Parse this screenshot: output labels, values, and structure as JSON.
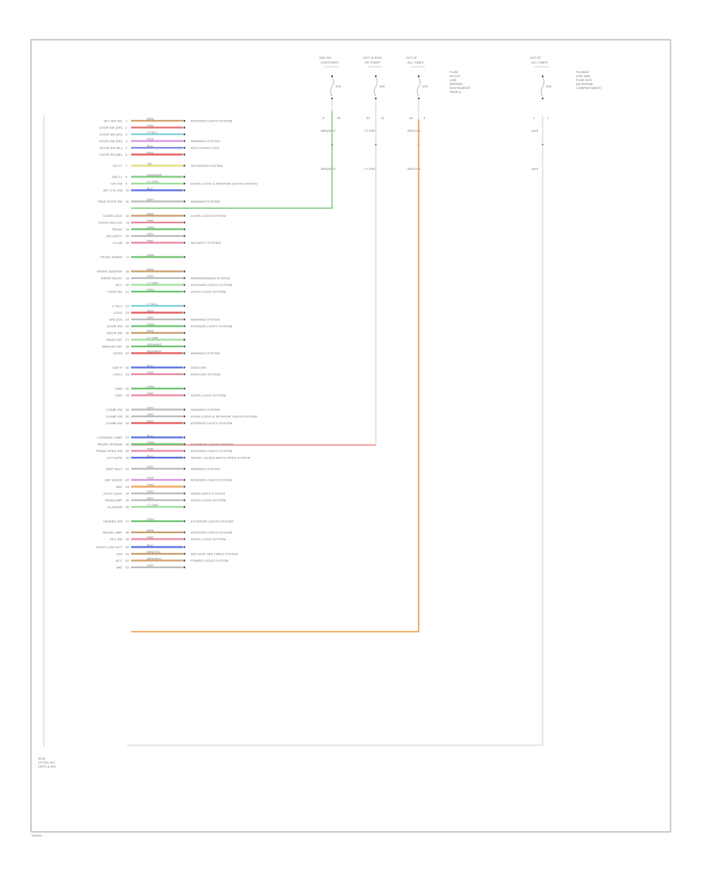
{
  "footer_code": "W0000",
  "module_label": [
    "BCM",
    "(TOTAL INT",
    "UNIT) (LHD)"
  ],
  "top_fuses": [
    {
      "title": [
        "IGN SW",
        "(ON/START)"
      ],
      "amp": "10A",
      "pins": [
        "9",
        "35"
      ],
      "wire": "BRN/WHT"
    },
    {
      "title": [
        "HOT IN RUN",
        "OR START"
      ],
      "amp": "15A",
      "pins": [
        "32",
        "13"
      ],
      "wire": "LT GRN"
    },
    {
      "title": [
        "HOT AT",
        "ALL TIMES"
      ],
      "amp": "10A",
      "pins": [
        "44",
        "3"
      ],
      "wire": "RED/YEL"
    },
    {
      "title": [
        "HOT AT",
        "ALL TIMES"
      ],
      "amp": "15A",
      "pins": [
        "1",
        "1"
      ],
      "wire": "WHT"
    }
  ],
  "fuse_box_label": [
    "FUSE",
    "BLOCK",
    "(J/B)",
    "(BEHIND",
    "INSTRUMENT",
    "PANEL)"
  ],
  "fuse_box_label_right": [
    "FUSIBLE",
    "LINK AND",
    "FUSE BOX",
    "(IN ENGINE",
    "COMPARTMENT)"
  ],
  "circuits": [
    {
      "label": "KEY SW SIG",
      "wire": "BRN",
      "color": "#d4a373",
      "dest": "INTERIOR LIGHTS SYSTEM"
    },
    {
      "label": "DOOR SW (DR)",
      "wire": "PNK",
      "color": "#e57373",
      "dest": ""
    },
    {
      "label": "DOOR SW (AS)",
      "wire": "LT BLU",
      "color": "#7fd4e0",
      "dest": ""
    },
    {
      "label": "DOOR SW (RR)",
      "wire": "PUR",
      "color": "#d896e0",
      "dest": "WARNING SYSTEM"
    },
    {
      "label": "DOOR SW (RL)",
      "wire": "BLU",
      "color": "#7f8ee0",
      "dest": "AUTO DOOR LOCK"
    },
    {
      "label": "DOOR SW (BK)",
      "wire": "RED",
      "color": "#e35a5a",
      "dest": ""
    },
    {
      "label": "INT LT",
      "wire": "YEL",
      "color": "#e6df7a",
      "dest": "DEFOGGER SYSTEM"
    },
    {
      "label": "SW ILL",
      "wire": "GRN/WHT",
      "color": "#7cc87c",
      "dest": ""
    },
    {
      "label": "IGN SW",
      "wire": "LT GRN",
      "color": "#9fe09f",
      "dest": "DOOR LOCKS & INTERIOR LIGHTS SYSTEM"
    },
    {
      "label": "KEY CYL SW",
      "wire": "BLU",
      "color": "#5a6fe0",
      "dest": ""
    },
    {
      "label": "PASS DOOR SW",
      "wire": "GRY",
      "color": "#bdbdbd",
      "dest": "WARNING SYSTEM"
    },
    {
      "label": "DOOR LOCK",
      "wire": "BRN",
      "color": "#c9a06d",
      "dest": "DOOR LOCKS SYSTEM"
    },
    {
      "label": "DOOR UNLOCK",
      "wire": "PNK",
      "color": "#e98aa0",
      "dest": ""
    },
    {
      "label": "TRUNK",
      "wire": "GRN",
      "color": "#6fc46f",
      "dest": ""
    },
    {
      "label": "SECURITY",
      "wire": "GRY",
      "color": "#bdbdbd",
      "dest": ""
    },
    {
      "label": "ILLUM",
      "wire": "PNK",
      "color": "#e98aa0",
      "dest": "SECURITY SYSTEM"
    },
    {
      "label": "FRONT WIPER",
      "wire": "GRN",
      "color": "#6fc46f",
      "dest": ""
    },
    {
      "label": "FRONT WASHER",
      "wire": "BRN",
      "color": "#c9a06d",
      "dest": ""
    },
    {
      "label": "WIPER RELAY",
      "wire": "GRY",
      "color": "#bdbdbd",
      "dest": "WIPER/WASHER SYSTEM"
    },
    {
      "label": "ACC",
      "wire": "LT GRN",
      "color": "#9fe09f",
      "dest": "INTERIOR LIGHTS SYSTEM"
    },
    {
      "label": "TURN SIG",
      "wire": "GRN",
      "color": "#6fc46f",
      "dest": "DOOR LOCKS SYSTEM"
    },
    {
      "label": "LT BLU",
      "wire": "LT BLU",
      "color": "#7fd4e0",
      "dest": ""
    },
    {
      "label": "LOCK",
      "wire": "RED",
      "color": "#e35a5a",
      "dest": ""
    },
    {
      "label": "UNLOCK",
      "wire": "GRY",
      "color": "#bdbdbd",
      "dest": "WARNING SYSTEM"
    },
    {
      "label": "DOOR SW",
      "wire": "GRN",
      "color": "#6fc46f",
      "dest": "INTERIOR LIGHTS SYSTEM"
    },
    {
      "label": "DOOR SW",
      "wire": "BRN",
      "color": "#c9a06d",
      "dest": ""
    },
    {
      "label": "REAR DEF",
      "wire": "LT GRN",
      "color": "#9fe09f",
      "dest": ""
    },
    {
      "label": "MIRROR DEF",
      "wire": "GRN/WHT",
      "color": "#6fc46f",
      "dest": ""
    },
    {
      "label": "HORN",
      "wire": "RED/WHT",
      "color": "#e35a5a",
      "dest": "WARNING SYSTEM"
    },
    {
      "label": "CAN H",
      "wire": "BLU",
      "color": "#5a6fe0",
      "dest": "DATA LINK"
    },
    {
      "label": "CAN L",
      "wire": "PNK",
      "color": "#e98aa0",
      "dest": "DATA LINK SYSTEM"
    },
    {
      "label": "GND",
      "wire": "GRN",
      "color": "#6fc46f",
      "dest": ""
    },
    {
      "label": "GND",
      "wire": "PNK",
      "color": "#e98aa0",
      "dest": "DOOR LOCKS SYSTEM"
    },
    {
      "label": "COMBI SW",
      "wire": "GRY",
      "color": "#bdbdbd",
      "dest": "WARNING SYSTEM"
    },
    {
      "label": "COMBI SW",
      "wire": "GRY",
      "color": "#bdbdbd",
      "dest": "DOOR LOCKS & INTERIOR LIGHTS SYSTEM"
    },
    {
      "label": "COMBI SW",
      "wire": "RED",
      "color": "#e35a5a",
      "dest": "INTERIOR LIGHTS SYSTEM"
    },
    {
      "label": "LUGGAGE LAMP",
      "wire": "BLU",
      "color": "#5a6fe0",
      "dest": ""
    },
    {
      "label": "TRUNK OPENER",
      "wire": "GRN",
      "color": "#6fc46f",
      "dest": "EXTERIOR LIGHTS SYSTEM"
    },
    {
      "label": "TRUNK OPEN SW",
      "wire": "PNK",
      "color": "#e98aa0",
      "dest": "INTERIOR LIGHTS SYSTEM"
    },
    {
      "label": "LIFT GATE",
      "wire": "BLU",
      "color": "#5a6fe0",
      "dest": "TRUNK / GLASS HATCH OPEN SYSTEM"
    },
    {
      "label": "SEAT BELT",
      "wire": "GRY",
      "color": "#bdbdbd",
      "dest": "WARNING SYSTEM"
    },
    {
      "label": "BAT SAVER",
      "wire": "PUR",
      "color": "#d896e0",
      "dest": "INTERIOR LIGHTS SYSTEM"
    },
    {
      "label": "BAT",
      "wire": "ORN",
      "color": "#f2a65a",
      "dest": ""
    },
    {
      "label": "AUTO LIGHT",
      "wire": "GRY",
      "color": "#bdbdbd",
      "dest": "HEADLIGHTS SYSTEM"
    },
    {
      "label": "HEADLAMP",
      "wire": "GRY",
      "color": "#bdbdbd",
      "dest": "DOOR LOCKS SYSTEM"
    },
    {
      "label": "FLASHER",
      "wire": "LT GRN",
      "color": "#9fe09f",
      "dest": ""
    },
    {
      "label": "HAZARD SW",
      "wire": "GRN",
      "color": "#6fc46f",
      "dest": "EXTERIOR LIGHTS SYSTEM"
    },
    {
      "label": "ROOM LAMP",
      "wire": "BRN",
      "color": "#c9a06d",
      "dest": "INTERIOR LIGHTS SYSTEM"
    },
    {
      "label": "KEY SW",
      "wire": "PNK",
      "color": "#e98aa0",
      "dest": "DOOR LOCKS SYSTEM"
    },
    {
      "label": "DOOR LOCK ACT",
      "wire": "BLU",
      "color": "#5a6fe0",
      "dest": ""
    },
    {
      "label": "IGN",
      "wire": "BRN/YEL",
      "color": "#c9a06d",
      "dest": "SEE BCM: SEE TIMER SYSTEM"
    },
    {
      "label": "ACC",
      "wire": "BRN/WHT",
      "color": "#d4a373",
      "dest": "POWER LOCKS SYSTEM"
    },
    {
      "label": "BAT",
      "wire": "GRY",
      "color": "#bdbdbd",
      "dest": ""
    }
  ]
}
